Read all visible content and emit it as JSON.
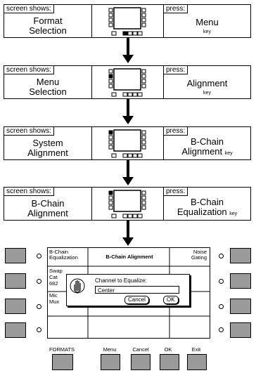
{
  "steps": [
    {
      "tag": "screen shows:",
      "screen_lines": [
        "Format",
        "Selection"
      ],
      "press_tag": "press:",
      "press_text": "Menu",
      "press_sub": "key"
    },
    {
      "tag": "screen shows:",
      "screen_lines": [
        "Menu",
        "Selection"
      ],
      "press_tag": "press:",
      "press_text": "Alignment",
      "press_sub": "key"
    },
    {
      "tag": "screen shows:",
      "screen_lines": [
        "System",
        "Alignment"
      ],
      "press_tag": "press:",
      "press_text": "B-Chain",
      "press_text2": "Alignment",
      "press_sub": "key"
    },
    {
      "tag": "screen shows:",
      "screen_lines": [
        "B-Chain",
        "Alignment"
      ],
      "press_tag": "press:",
      "press_text": "B-Chain",
      "press_text2": "Equalization",
      "press_sub": "key"
    }
  ],
  "panel": {
    "top_left": "B-Chain Equalization",
    "top_center": "B-Chain Alignment",
    "top_right": "Noise Gating",
    "left_items": [
      "Swap",
      "Cat",
      "682",
      "Mic",
      "Mux"
    ],
    "dialog": {
      "prompt": "Channel to Equalize:",
      "value": "Center",
      "cancel": "Cancel",
      "ok": "OK"
    }
  },
  "keys": [
    "FORMATS",
    "Menu",
    "Cancel",
    "OK",
    "Exit"
  ]
}
